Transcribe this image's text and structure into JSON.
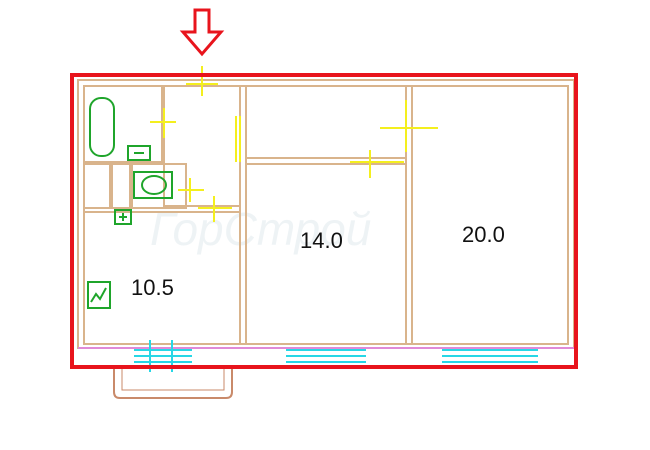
{
  "colors": {
    "outline": "#e8141c",
    "wall": "#d9b48c",
    "wall_inner": "#b9936a",
    "fixture": "#1fa52b",
    "door_marker": "#f4ef1e",
    "window": "#27d7e6",
    "window_sill": "#e08ad8",
    "arrow": "#e8141c",
    "background": "#ffffff"
  },
  "entrance_arrow_icon": "down-arrow-icon",
  "rooms": [
    {
      "name": "room-small",
      "area": "10.5"
    },
    {
      "name": "room-middle",
      "area": "14.0"
    },
    {
      "name": "room-large",
      "area": "20.0"
    }
  ],
  "fixtures": [
    "bathtub-icon",
    "sink-icon",
    "toilet-icon",
    "radiator-icon",
    "socket-icon"
  ],
  "watermark": "ГорСтрой"
}
